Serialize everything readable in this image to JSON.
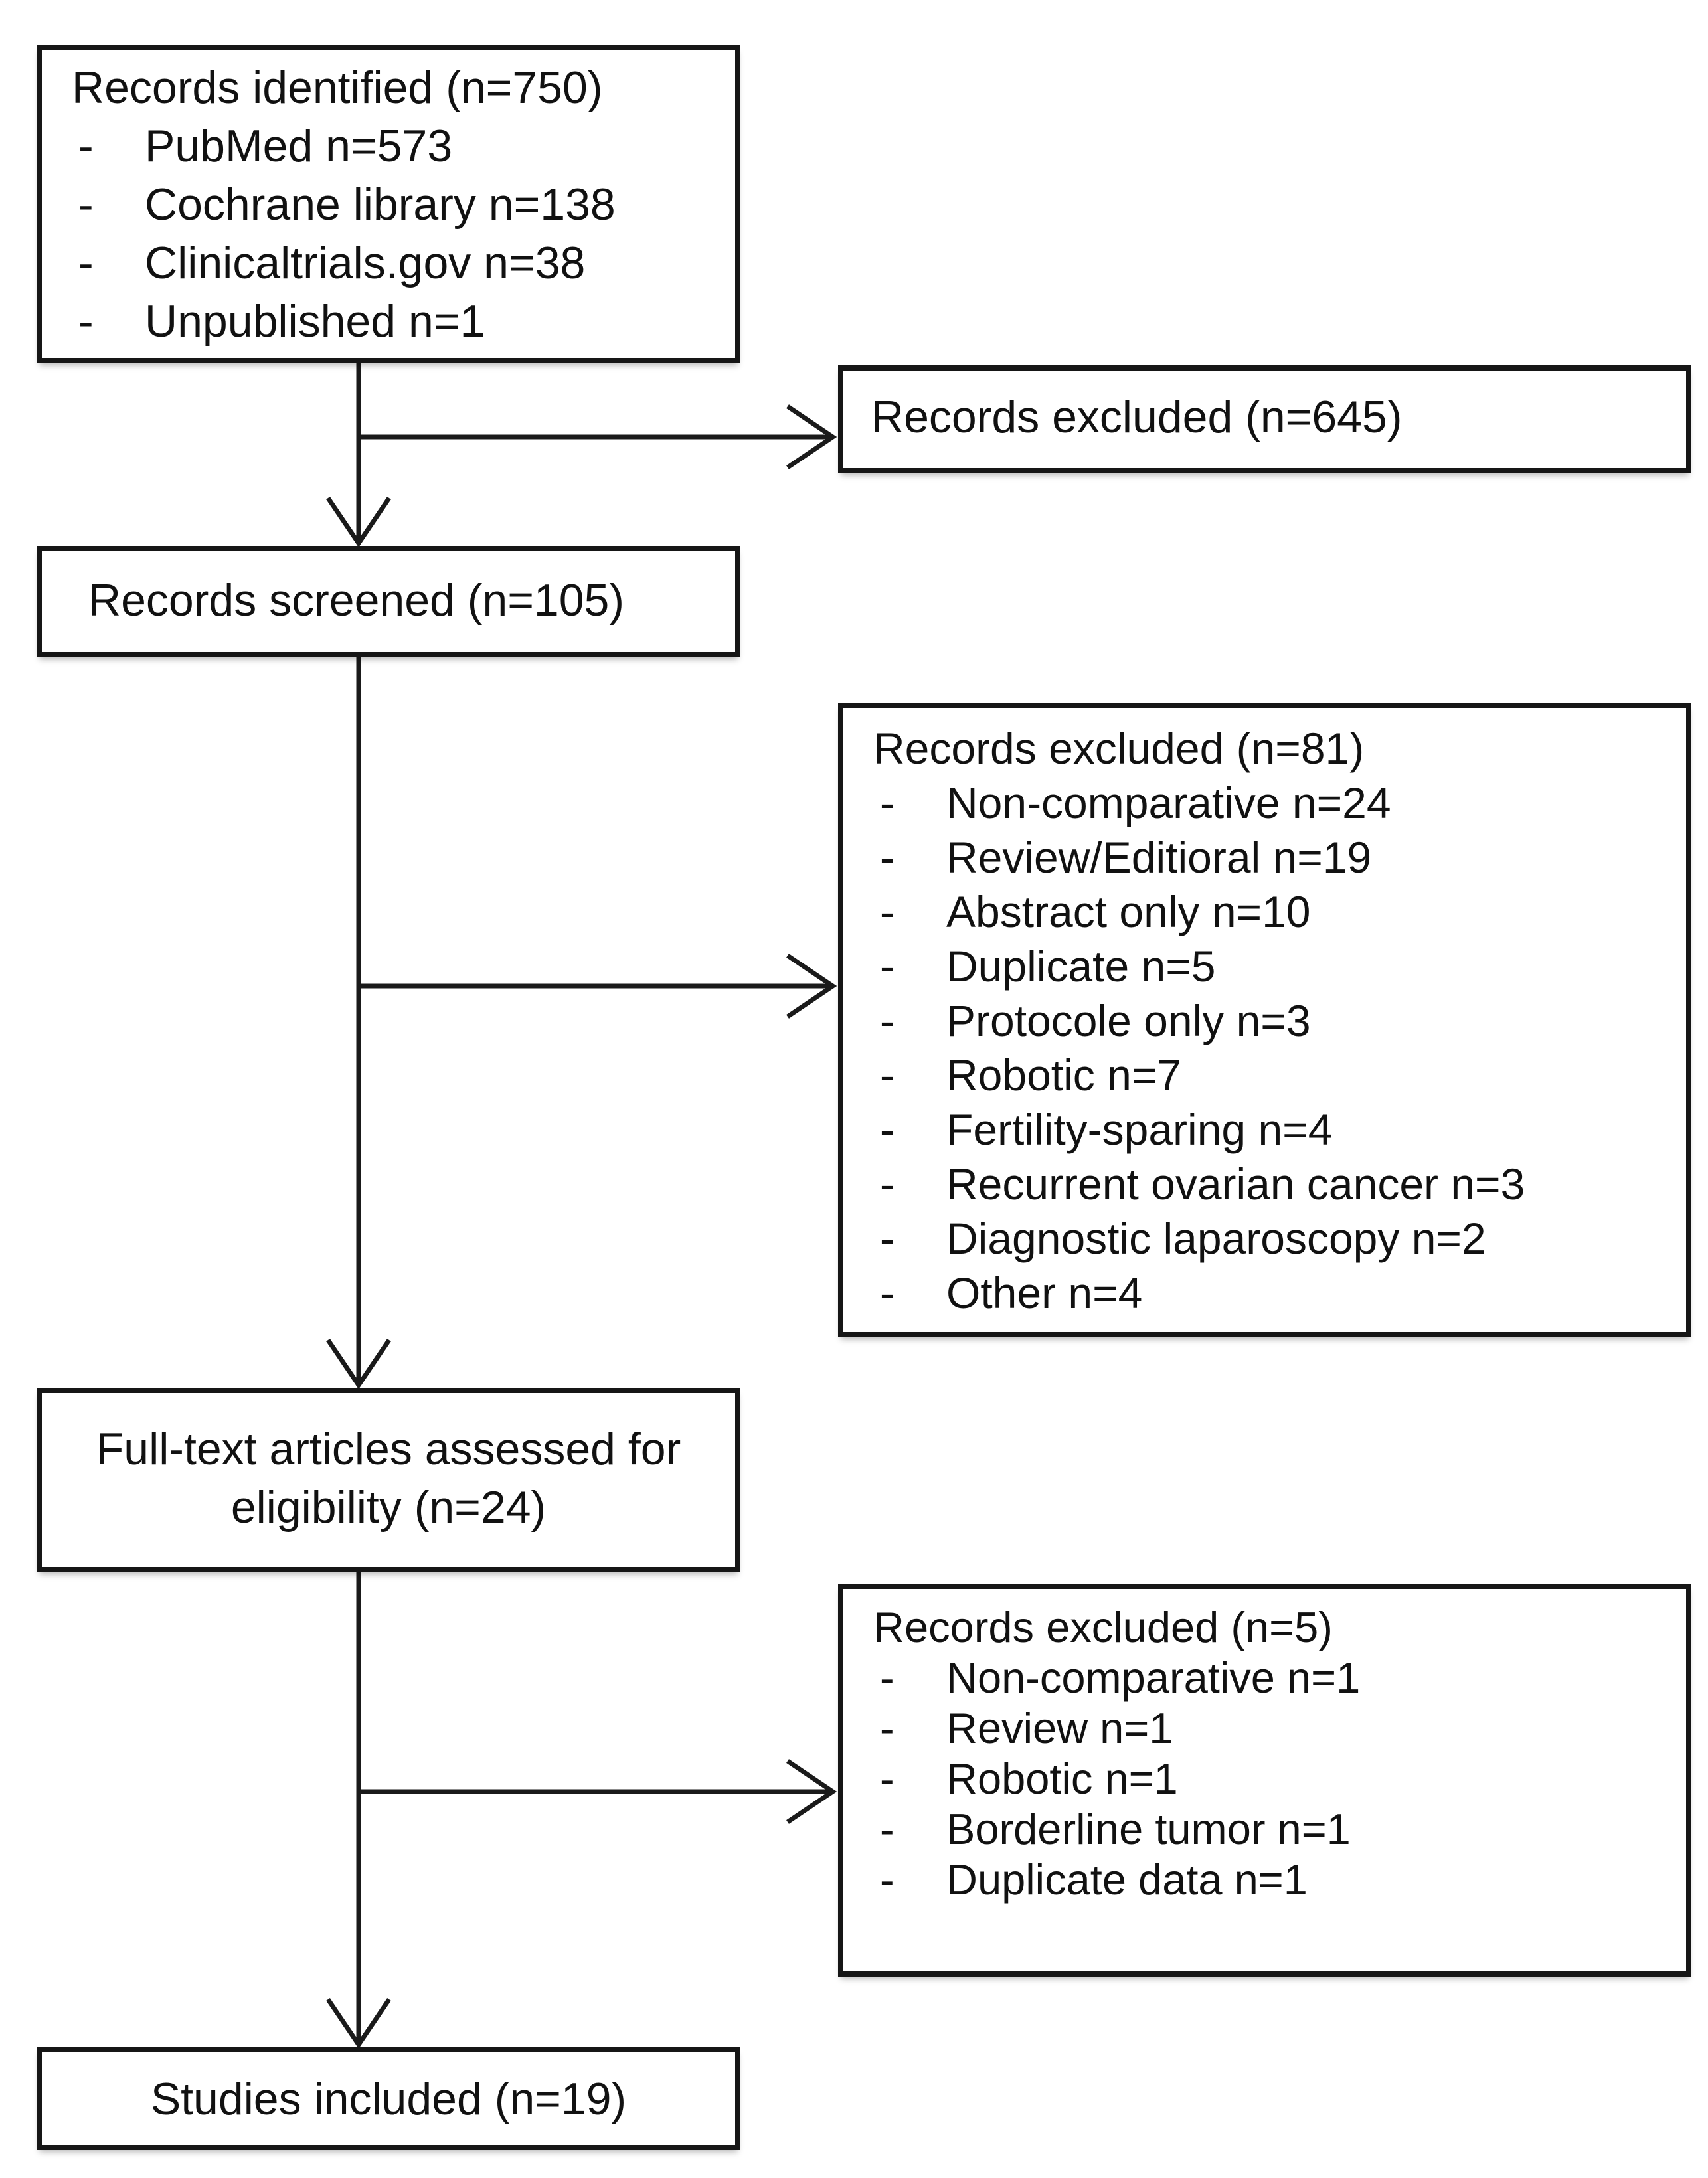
{
  "diagram": {
    "bullet_char": "-",
    "colors": {
      "border": "#161616",
      "text": "#111111",
      "background": "#ffffff",
      "arrow": "#1a1a1a"
    },
    "boxes": {
      "identified": {
        "title": "Records identified (n=750)",
        "items": [
          "PubMed n=573",
          "Cochrane library n=138",
          "Clinicaltrials.gov n=38",
          "Unpublished n=1"
        ]
      },
      "excluded_first": {
        "title": "Records excluded (n=645)"
      },
      "screened": {
        "title": "Records screened (n=105)"
      },
      "excluded_second": {
        "title": "Records excluded (n=81)",
        "items": [
          "Non-comparative n=24",
          "Review/Editioral n=19",
          "Abstract only n=10",
          "Duplicate n=5",
          "Protocole only n=3",
          "Robotic n=7",
          "Fertility-sparing n=4",
          "Recurrent ovarian cancer n=3",
          "Diagnostic laparoscopy n=2",
          "Other n=4"
        ]
      },
      "fulltext": {
        "title_line1": "Full-text articles assessed for",
        "title_line2": "eligibility (n=24)"
      },
      "excluded_third": {
        "title": "Records excluded (n=5)",
        "items": [
          "Non-comparative n=1",
          "Review n=1",
          "Robotic n=1",
          "Borderline tumor n=1",
          "Duplicate data n=1"
        ]
      },
      "included": {
        "title": "Studies included (n=19)"
      }
    }
  }
}
